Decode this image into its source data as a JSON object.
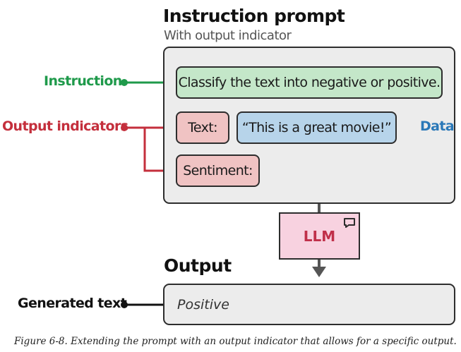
{
  "prompt": {
    "title": "Instruction prompt",
    "subtitle": "With output indicator",
    "instruction_text": "Classify the text into negative or positive.",
    "text_chip": "Text:",
    "data_chip": "“This is a great movie!”",
    "sentiment_chip": "Sentiment:"
  },
  "labels": {
    "instruction": "Instruction",
    "output_indicators": "Output indicators",
    "data": "Data",
    "generated_text": "Generated text"
  },
  "model": {
    "label": "LLM",
    "icon": "chat-bubble-icon"
  },
  "output": {
    "title": "Output",
    "value": "Positive"
  },
  "caption": "Figure 6-8. Extending the prompt with an output indicator that allows for a specific output.",
  "colors": {
    "instruction": "#1f9a4b",
    "output_indicators": "#c42f3c",
    "data": "#2a78b8",
    "generated_text": "#111111",
    "llm_text": "#c0304a"
  }
}
